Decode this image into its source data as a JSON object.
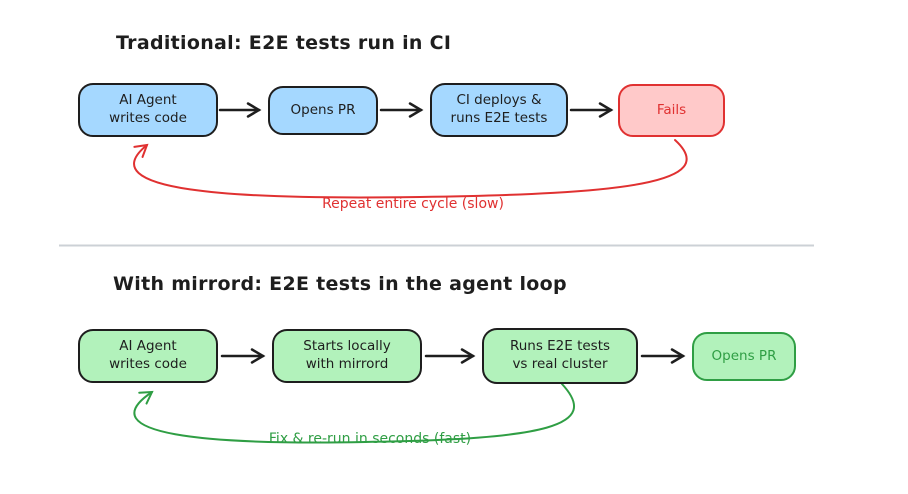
{
  "traditional": {
    "title": "Traditional: E2E tests run in CI",
    "nodes": {
      "agent": "AI Agent\nwrites code",
      "opens_pr": "Opens PR",
      "ci_deploys": "CI deploys &\nruns E2E tests",
      "fails": "Fails"
    },
    "loop_label": "Repeat entire cycle (slow)"
  },
  "mirrord": {
    "title": "With mirrord: E2E tests in the agent loop",
    "nodes": {
      "agent": "AI Agent\nwrites code",
      "starts_locally": "Starts locally\nwith mirrord",
      "runs_tests": "Runs E2E tests\nvs real cluster",
      "opens_pr": "Opens PR"
    },
    "loop_label": "Fix & re-run in seconds (fast)"
  },
  "colors": {
    "node_blue_fill": "#a5d8ff",
    "node_green_fill": "#b2f2bb",
    "node_red_fill": "#ffc9c9",
    "stroke_black": "#1e1e1e",
    "stroke_red": "#e03131",
    "stroke_green": "#2f9e44",
    "divider_gray": "#ccd1d6"
  }
}
